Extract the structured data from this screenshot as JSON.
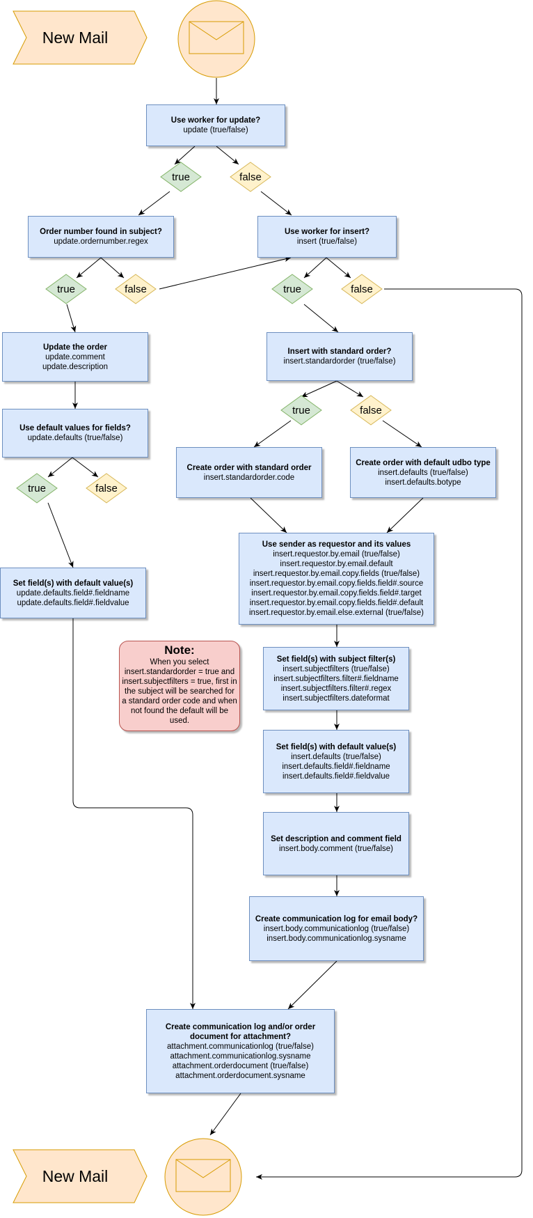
{
  "start": {
    "label": "New Mail"
  },
  "end": {
    "label": "New Mail"
  },
  "nodes": {
    "use_worker_update": {
      "title": "Use worker for update?",
      "lines": [
        "update (true/false)"
      ]
    },
    "order_number_found": {
      "title": "Order number found in subject?",
      "lines": [
        "update.ordernumber.regex"
      ]
    },
    "use_worker_insert": {
      "title": "Use worker for insert?",
      "lines": [
        "insert (true/false)"
      ]
    },
    "update_order": {
      "title": "Update the order",
      "lines": [
        "update.comment",
        "update.description"
      ]
    },
    "use_default_values": {
      "title": "Use default values for fields?",
      "lines": [
        "update.defaults (true/false)"
      ]
    },
    "set_fields_update": {
      "title": "Set field(s) with default value(s)",
      "lines": [
        "update.defaults.field#.fieldname",
        "update.defaults.field#.fieldvalue"
      ]
    },
    "insert_standard_order": {
      "title": "Insert with standard order?",
      "lines": [
        "insert.standardorder (true/false)"
      ]
    },
    "create_order_standard": {
      "title": "Create order with standard order",
      "lines": [
        "insert.standardorder.code"
      ]
    },
    "create_order_default": {
      "title": "Create order with default udbo type",
      "lines": [
        "insert.defaults (true/false)",
        "insert.defaults.botype"
      ]
    },
    "use_sender": {
      "title": "Use sender as requestor and its values",
      "lines": [
        "insert.requestor.by.email (true/false)",
        "insert.requestor.by.email.default",
        "insert.requestor.by.email.copy.fields (true/false)",
        "insert.requestor.by.email.copy.fields.field#.source",
        "insert.requestor.by.email.copy.fields.field#.target",
        "insert.requestor.by.email.copy.fields.field#.default",
        "insert.requestor.by.email.else.external (true/false)"
      ]
    },
    "subject_filter": {
      "title": "Set field(s) with subject filter(s)",
      "lines": [
        "insert.subjectfilters (true/false)",
        "insert.subjectfilters.filter#.fieldname",
        "insert.subjectfilters.filter#.regex",
        "insert.subjectfilters.dateformat"
      ]
    },
    "set_fields_insert": {
      "title": "Set field(s) with default value(s)",
      "lines": [
        "insert.defaults (true/false)",
        "insert.defaults.field#.fieldname",
        "insert.defaults.field#.fieldvalue"
      ]
    },
    "set_description": {
      "title": "Set description and comment field",
      "lines": [
        "insert.body.comment (true/false)"
      ]
    },
    "comm_log_body": {
      "title": "Create communication log for email body?",
      "lines": [
        "insert.body.communicationlog (true/false)",
        "insert.body.communicationlog.sysname"
      ]
    },
    "comm_log_attachment": {
      "title": "Create communication log and/or order document for attachment?",
      "lines": [
        "attachment.communicationlog (true/false)",
        "attachment.communicationlog.sysname",
        "attachment.orderdocument (true/false)",
        "attachment.orderdocument.sysname"
      ]
    }
  },
  "decisions": {
    "d1_true": "true",
    "d1_false": "false",
    "d2_true": "true",
    "d2_false": "false",
    "d3_true": "true",
    "d3_false": "false",
    "d4_true": "true",
    "d4_false": "false",
    "d5_true": "true",
    "d5_false": "false"
  },
  "note": {
    "title": "Note:",
    "text": "When you select insert.standardorder = true and insert.subjectfilters = true, first in the subject will be searched for a standard order code and when not found the default will be used."
  },
  "colors": {
    "process_fill": "#dae8fc",
    "process_stroke": "#6c8ebf",
    "true_fill": "#d5e8d4",
    "true_stroke": "#82b366",
    "false_fill": "#fff2cc",
    "false_stroke": "#d6b656",
    "event_fill": "#ffe6cc",
    "event_stroke": "#d79b00",
    "note_fill": "#f8cecc",
    "note_stroke": "#b85450"
  },
  "icons": [
    "envelope-icon"
  ]
}
